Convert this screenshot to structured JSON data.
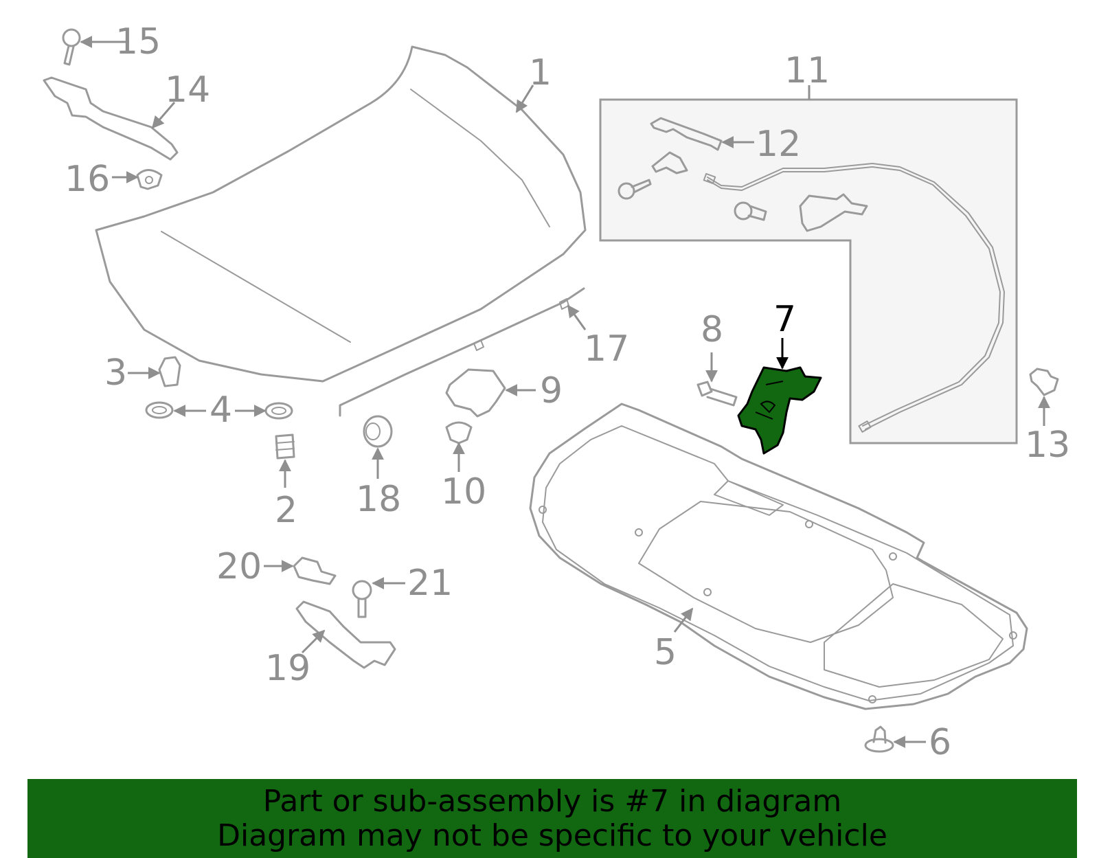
{
  "diagram": {
    "highlight_part": "7",
    "colors": {
      "line": "#9a9a9a",
      "highlight": "#116811",
      "banner": "#116811",
      "label": "#8f8f8f"
    },
    "callouts": [
      "1",
      "2",
      "3",
      "4",
      "5",
      "6",
      "7",
      "8",
      "9",
      "10",
      "11",
      "12",
      "13",
      "14",
      "15",
      "16",
      "17",
      "18",
      "19",
      "20",
      "21"
    ]
  },
  "banner": {
    "line1": "Part or sub-assembly is #7 in diagram",
    "line2": "Diagram may not be specific to your vehicle"
  }
}
